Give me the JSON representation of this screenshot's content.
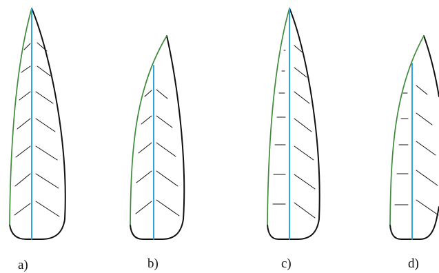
{
  "figure": {
    "colors": {
      "outline": "#111111",
      "left_edge": "#3f8a3b",
      "midrib": "#2ea3dc",
      "veins": "#111111",
      "background": "#ffffff"
    },
    "panels": [
      {
        "id": "a",
        "caption": "a)"
      },
      {
        "id": "b",
        "caption": "b)"
      },
      {
        "id": "c",
        "caption": "c)"
      },
      {
        "id": "d",
        "caption": "d)"
      }
    ]
  }
}
